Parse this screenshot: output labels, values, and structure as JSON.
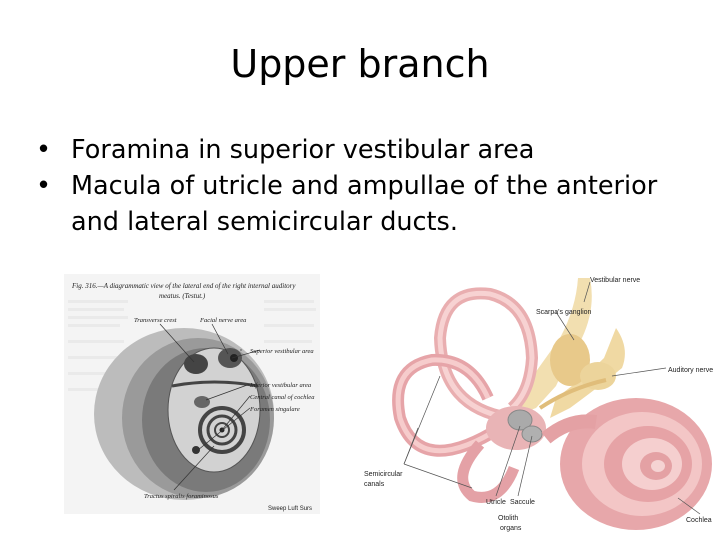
{
  "slide": {
    "title": "Upper branch",
    "bullets": [
      "Foramina in superior vestibular area",
      "Macula of utricle and ampullae of the anterior and lateral semicircular ducts."
    ]
  },
  "figure_left": {
    "caption_line1": "Fig. 316.—A diagrammatic view of the lateral end of the right internal auditory",
    "caption_line2": "meatus. (Testut.)",
    "labels": {
      "transverse_crest": "Transverse crest",
      "facial_nerve_area": "Facial nerve area",
      "superior_vestibular_area": "Superior vestibular area",
      "inferior_vestibular_area": "Inferior vestibular area",
      "central_canal": "Central canal of cochlea",
      "foramen_singulare": "Foramen singulare",
      "tractus": "Tractus spiralis foraminosus"
    },
    "credit": "Sweep Luft Surs"
  },
  "figure_right": {
    "labels": {
      "vestibular_nerve": "Vestibular nerve",
      "scarpa_ganglion": "Scarpa's ganglion",
      "auditory_nerve": "Auditory nerve",
      "semicircular_canals_1": "Semicircular",
      "semicircular_canals_2": "canals",
      "utricle": "Utricle",
      "saccule": "Saccule",
      "otolith_1": "Otolith",
      "otolith_2": "organs",
      "cochlea": "Cochlea"
    }
  }
}
